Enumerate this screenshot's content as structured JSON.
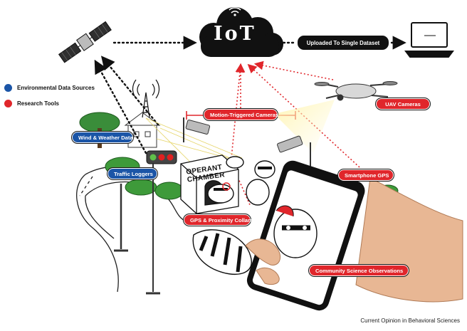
{
  "hub": {
    "title": "IoT"
  },
  "flow": {
    "upload_label": "Uploaded To Single Dataset"
  },
  "legend": [
    {
      "label": "Environmental  Data Sources",
      "color": "#1b55a7"
    },
    {
      "label": "Research Tools",
      "color": "#e0262b"
    }
  ],
  "environmental_sources": [
    {
      "label": "Wind & Weather Data"
    },
    {
      "label": "Traffic Loggers"
    }
  ],
  "research_tools": [
    {
      "label": "Motion-Triggered Cameras"
    },
    {
      "label": "UAV Cameras"
    },
    {
      "label": "Smartphone GPS"
    },
    {
      "label": "GPS & Proximity Collars"
    },
    {
      "label": "Community Science Observations"
    }
  ],
  "scene": {
    "chamber_line1": "OPERANT",
    "chamber_line2": "CHAMBER"
  },
  "colors": {
    "research_red": "#e0262b",
    "environment_blue": "#1b55a7",
    "ink": "#111111"
  },
  "credit": "Current Opinion in Behavioral Sciences"
}
